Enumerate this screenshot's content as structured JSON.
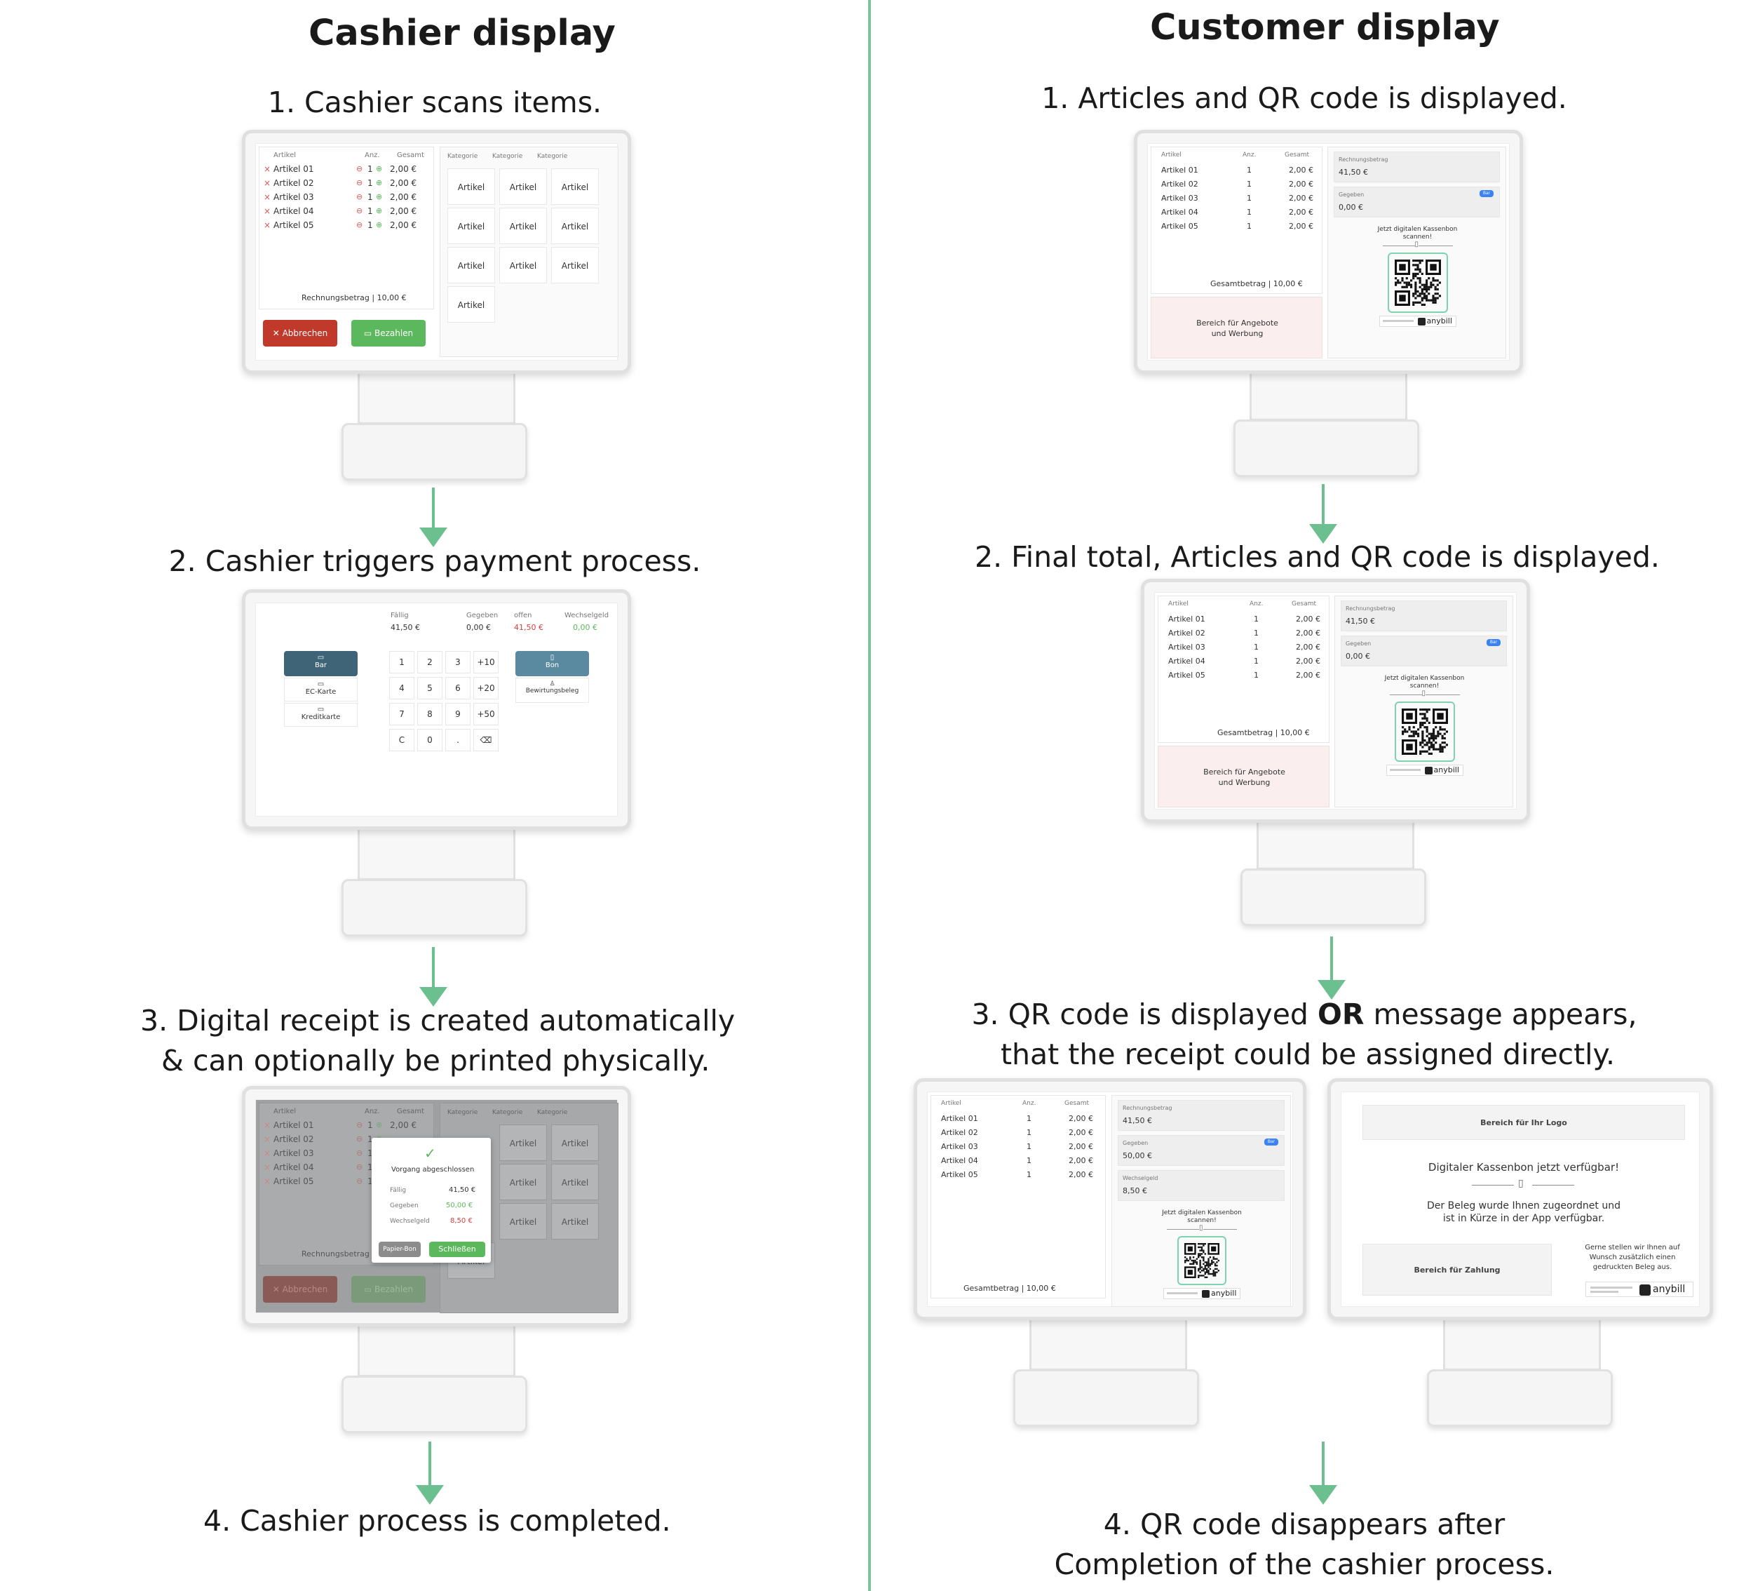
{
  "cashier": {
    "title": "Cashier display",
    "steps": [
      "1. Cashier scans items.",
      "2. Cashier triggers payment process.",
      "3. Digital receipt is created automatically",
      "& can optionally be printed physically.",
      "4. Cashier process is completed."
    ]
  },
  "customer": {
    "title": "Customer display",
    "steps": [
      "1. Articles and QR code is displayed.",
      "2. Final total, Articles and QR code is displayed.",
      "3. QR code is displayed",
      "OR",
      " message appears,",
      "that the receipt could be assigned directly.",
      "4. QR code disappears after",
      "Completion of the cashier process."
    ]
  },
  "ui": {
    "col_artikel": "Artikel",
    "col_anz": "Anz.",
    "col_gesamt": "Gesamt",
    "items": [
      "Artikel 01",
      "Artikel 02",
      "Artikel 03",
      "Artikel 04",
      "Artikel 05"
    ],
    "qty": "1",
    "price": "2,00 €",
    "rechnungsbetrag_line": "Rechnungsbetrag  |  10,00 €",
    "gesamtbetrag_line": "Gesamtbetrag  |  10,00 €",
    "kategorie": "Kategorie",
    "artikel": "Artikel",
    "abbrechen": "Abbrechen",
    "bezahlen": "Bezahlen",
    "faellig": "Fällig",
    "gegeben": "Gegeben",
    "offen": "offen",
    "wechselgeld": "Wechselgeld",
    "faellig_val": "41,50 €",
    "gegeben_val0": "0,00 €",
    "offen_val": "41,50 €",
    "wechsel_val0": "0,00 €",
    "bar": "Bar",
    "ec": "EC-Karte",
    "kredit": "Kreditkarte",
    "bon": "Bon",
    "bewirtung": "Bewirtungsbeleg",
    "keys": [
      "1",
      "2",
      "3",
      "+10",
      "4",
      "5",
      "6",
      "+20",
      "7",
      "8",
      "9",
      "+50",
      "C",
      "0",
      ".",
      "⌫"
    ],
    "dialog_title": "Vorgang abgeschlossen",
    "dlg_faellig": "41,50 €",
    "dlg_gegeben": "50,00 €",
    "dlg_wechsel": "8,50 €",
    "papier_bon": "Papier-Bon",
    "schliessen": "Schließen",
    "rechnungsbetrag": "Rechnungsbetrag",
    "rechnungs_val": "41,50 €",
    "gegeben_val1": "50,00 €",
    "wechsel_val1": "8,50 €",
    "scan_text1": "Jetzt digitalen Kassenbon",
    "scan_text2": "scannen!",
    "anybill": "anybill",
    "promo1": "Bereich für Angebote",
    "promo2": "und Werbung",
    "logo_area": "Bereich für Ihr Logo",
    "digital_msg": "Digitaler Kassenbon jetzt verfügbar!",
    "assigned1": "Der Beleg wurde Ihnen zugeordnet und",
    "assigned2": "ist in Kürze in der App verfügbar.",
    "payment_area": "Bereich für Zahlung",
    "print_note1": "Gerne stellen wir Ihnen auf",
    "print_note2": "Wunsch zusätzlich einen",
    "print_note3": "gedruckten Beleg aus.",
    "toggle": "Bar"
  },
  "colors": {
    "accent_green": "#6cbf8e",
    "cancel_red": "#c0392b",
    "pay_green": "#5cb85c",
    "bar_blue": "#3f6477",
    "bon_blue": "#5a8aa0",
    "promo_pink": "#fbeeee"
  }
}
